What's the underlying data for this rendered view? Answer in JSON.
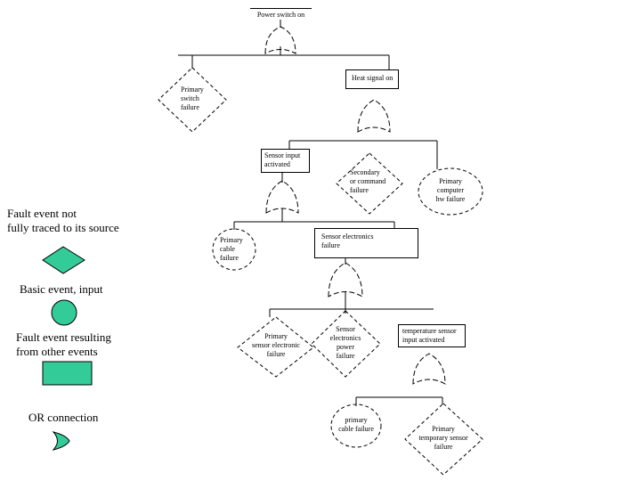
{
  "colors": {
    "shape_fill": "#33CC99",
    "line": "#000000"
  },
  "nodes": {
    "power_switch_on": "Power switch on",
    "heat_signal_on": "Heat signal on",
    "primary_switch_failure": "Primary\nswitch\nfailure",
    "sensor_input_activated": "Sensor input\nactivated",
    "secondary_or_command_failure": "Secondary\nor command\nfailure",
    "primary_computer_hw_failure": "Primary\ncomputer\nhw failure",
    "primary_cable_failure_upper": "Primary\ncable\nfailure",
    "sensor_electronics_failure": "Sensor electronics\nfailure",
    "primary_sensor_electronic_failure": "Primary\nsensor electronic\nfailure",
    "sensor_electronics_power_failure": "Sensor\nelectronics\npower\nfailure",
    "temperature_sensor_input_activated": "temperature sensor\ninput activated",
    "primary_cable_failure_lower": "primary\ncable failure",
    "primary_temporary_sensor_failure": "Primary\ntemporary sensor\nfailure"
  },
  "legend": {
    "items": [
      {
        "label": "Fault event not\nfully traced to its source",
        "symbol": "diamond"
      },
      {
        "label": "Basic event, input",
        "symbol": "circle"
      },
      {
        "label": "Fault event resulting\nfrom other events",
        "symbol": "rectangle"
      },
      {
        "label": "OR connection",
        "symbol": "or-gate"
      }
    ]
  }
}
